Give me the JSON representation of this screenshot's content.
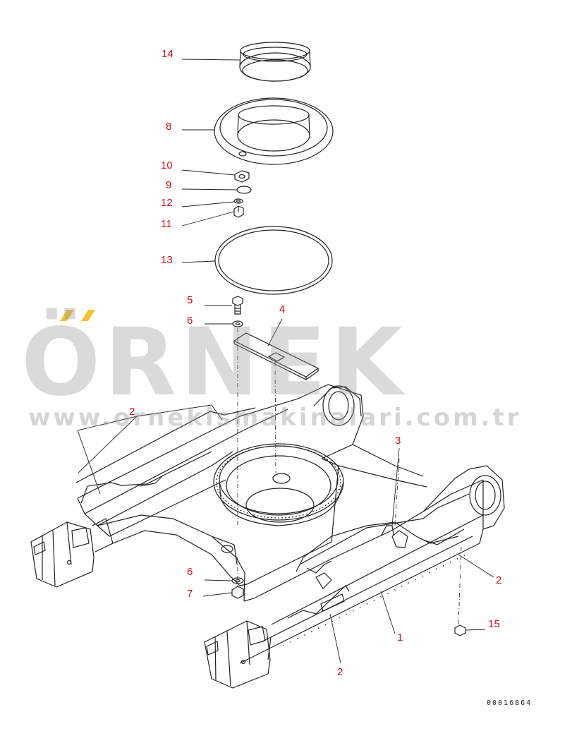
{
  "watermark": {
    "brand": "ÖRNEK",
    "url": "www.ornekismakinalari.com.tr"
  },
  "drawing_number": "00016864",
  "callouts": {
    "c14": "14",
    "c8": "8",
    "c10": "10",
    "c9": "9",
    "c12": "12",
    "c11": "11",
    "c13": "13",
    "c5": "5",
    "c6a": "6",
    "c4": "4",
    "c2a": "2",
    "c3": "3",
    "c2b": "2",
    "c6b": "6",
    "c7": "7",
    "c1": "1",
    "c15": "15",
    "c2c": "2"
  },
  "colors": {
    "callout": "#d0101a",
    "line": "#222222",
    "watermark": "#9a9a9a",
    "accent": "#f2c230"
  }
}
